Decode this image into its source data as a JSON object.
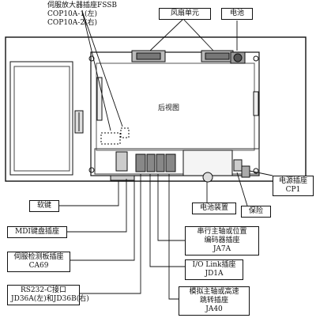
{
  "diagram": {
    "labels": {
      "fssb_line1": "伺服放大器插座FSSB",
      "fssb_line2": "COP10A-1(左)",
      "fssb_line3": "COP10A-2(右)",
      "fan_unit": "风扇单元",
      "battery": "电池",
      "rear_view": "后视图",
      "power_socket_line1": "电源插座",
      "power_socket_line2": "CP1",
      "soft_key": "软键",
      "battery_device": "电池装置",
      "fuse": "保险",
      "mdi_socket": "MDI键盘插座",
      "serial_spindle_line1": "串行主轴或位置",
      "serial_spindle_line2": "编码器插座",
      "serial_spindle_line3": "JA7A",
      "servo_detect_line1": "伺服检测板插座",
      "servo_detect_line2": "CA69",
      "io_link_line1": "I/O Link插座",
      "io_link_line2": "JD1A",
      "rs232_line1": "RS232-C接口",
      "rs232_line2": "JD36A(左)和JD36B(右)",
      "analog_spindle_line1": "模拟主轴或高速",
      "analog_spindle_line2": "跳转插座",
      "analog_spindle_line3": "JA40"
    }
  }
}
